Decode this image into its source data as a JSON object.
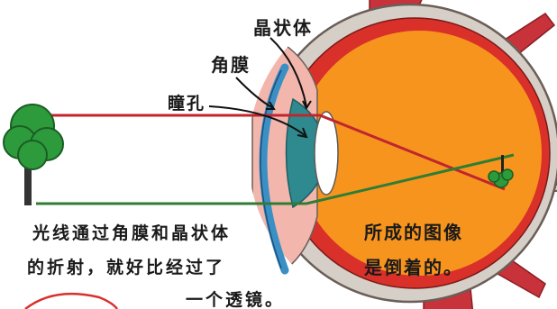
{
  "labels": {
    "lens": "晶状体",
    "cornea": "角膜",
    "pupil": "瞳孔"
  },
  "caption": {
    "line1": "光线通过角膜和晶状体",
    "line2": "的折射，就好比经过了",
    "line3": "一个透镜。"
  },
  "result_note": {
    "line1": "所成的图像",
    "line2": "是倒着的。"
  },
  "colors": {
    "sclera": "#d6cfc8",
    "retina": "#d9302a",
    "vitreous": "#f7941e",
    "cornea": "#3a8fc4",
    "iris": "#2e8a8f",
    "lens": "#ffffff",
    "upper_ray": "#c0262d",
    "lower_ray": "#2f7d34",
    "tree": "#2d9a3c"
  },
  "icons": {
    "object": "tree-icon",
    "image": "inverted-tree-icon"
  }
}
